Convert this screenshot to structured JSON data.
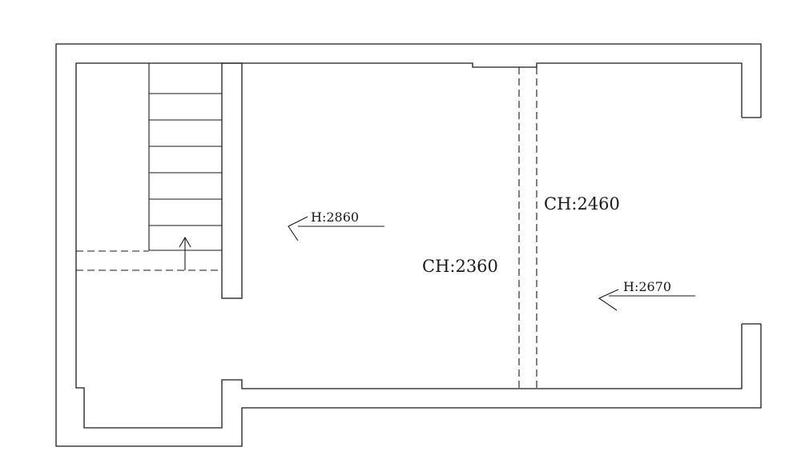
{
  "labels": {
    "floor_height_left": "H:2860",
    "floor_height_right": "H:2670",
    "ceiling_height_center": "CH:2360",
    "ceiling_height_right": "CH:2460"
  }
}
